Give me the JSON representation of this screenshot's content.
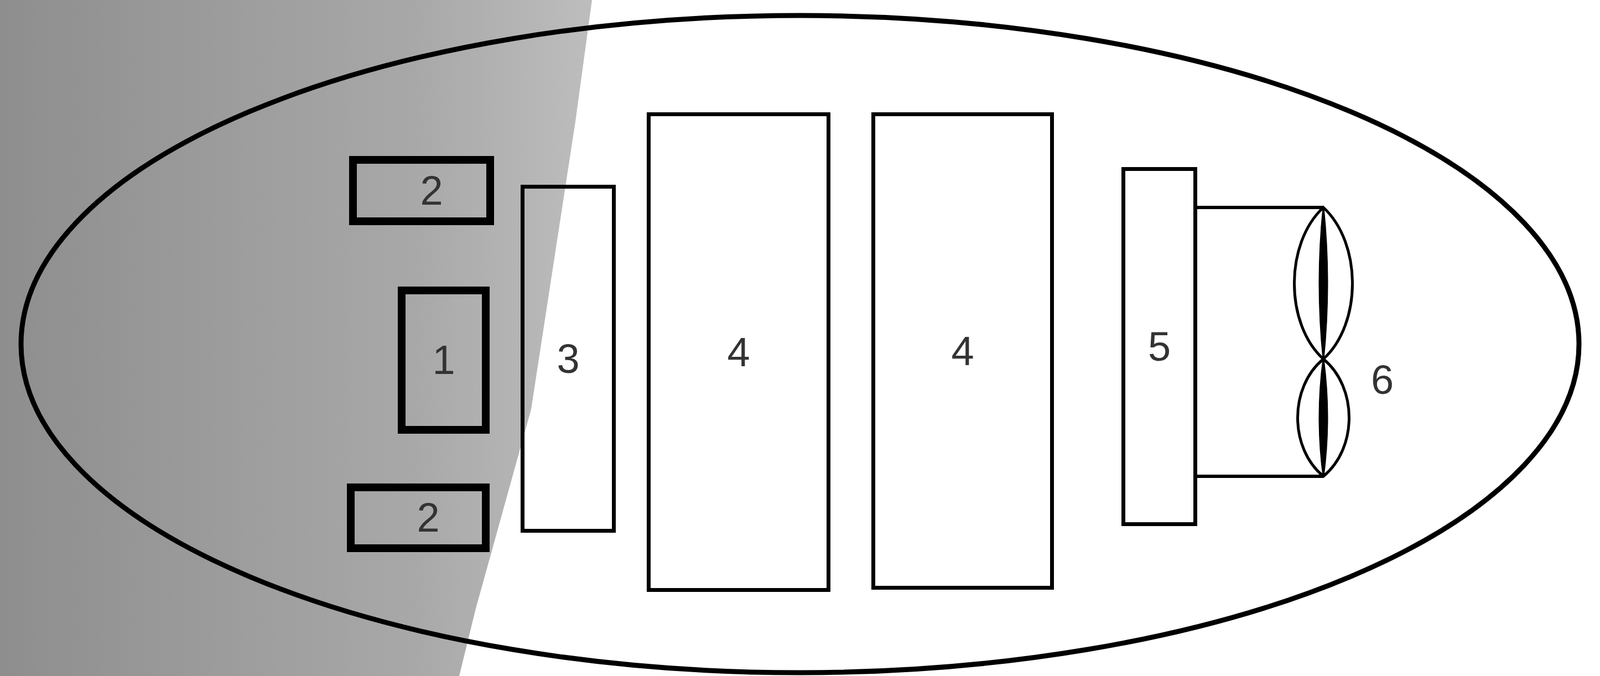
{
  "diagram": {
    "nodes": [
      {
        "text": [
          "2"
        ]
      },
      {
        "text": [
          "1"
        ]
      },
      {
        "text": [
          "2"
        ]
      },
      {
        "text": [
          "3"
        ]
      },
      {
        "text": [
          "4"
        ]
      },
      {
        "text": [
          "4"
        ]
      },
      {
        "text": [
          "5"
        ]
      }
    ],
    "edges": [],
    "labels": [
      "6"
    ]
  }
}
